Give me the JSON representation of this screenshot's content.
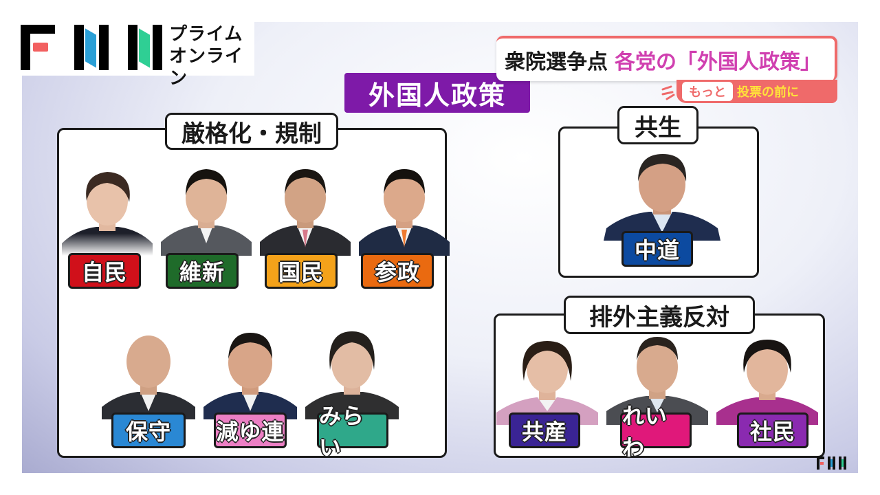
{
  "logo": {
    "brand": "FNN",
    "subtitle_line1": "プライム",
    "subtitle_line2": "オンライン",
    "colors": {
      "f_accent": "#f26060",
      "n1_accent": "#2a9fd6",
      "n2_accent": "#2fcf94"
    }
  },
  "headline": {
    "prefix": "衆院選争点",
    "topic": "各党の「外国人政策」",
    "tag_left": "もっと",
    "tag_right": "投票の前に",
    "accent_color": "#ef6a6a"
  },
  "main_title": "外国人政策",
  "sections": [
    {
      "title": "厳格化・規制",
      "parties": [
        {
          "label": "自民",
          "color": "#d0101a"
        },
        {
          "label": "維新",
          "color": "#1f6b2a"
        },
        {
          "label": "国民",
          "color": "#f4a21a"
        },
        {
          "label": "参政",
          "color": "#ea6a10"
        },
        {
          "label": "保守",
          "color": "#2a88d4"
        },
        {
          "label": "減ゆ連",
          "color": "#ec7fc4"
        },
        {
          "label": "みらい",
          "color": "#2fa88a"
        }
      ]
    },
    {
      "title": "共生",
      "parties": [
        {
          "label": "中道",
          "color": "#0c4aa0"
        }
      ]
    },
    {
      "title": "排外主義反対",
      "parties": [
        {
          "label": "共産",
          "color": "#3a2494"
        },
        {
          "label": "れいわ",
          "color": "#e0187a"
        },
        {
          "label": "社民",
          "color": "#8a2ab0"
        }
      ]
    }
  ],
  "watermark": "FNN"
}
